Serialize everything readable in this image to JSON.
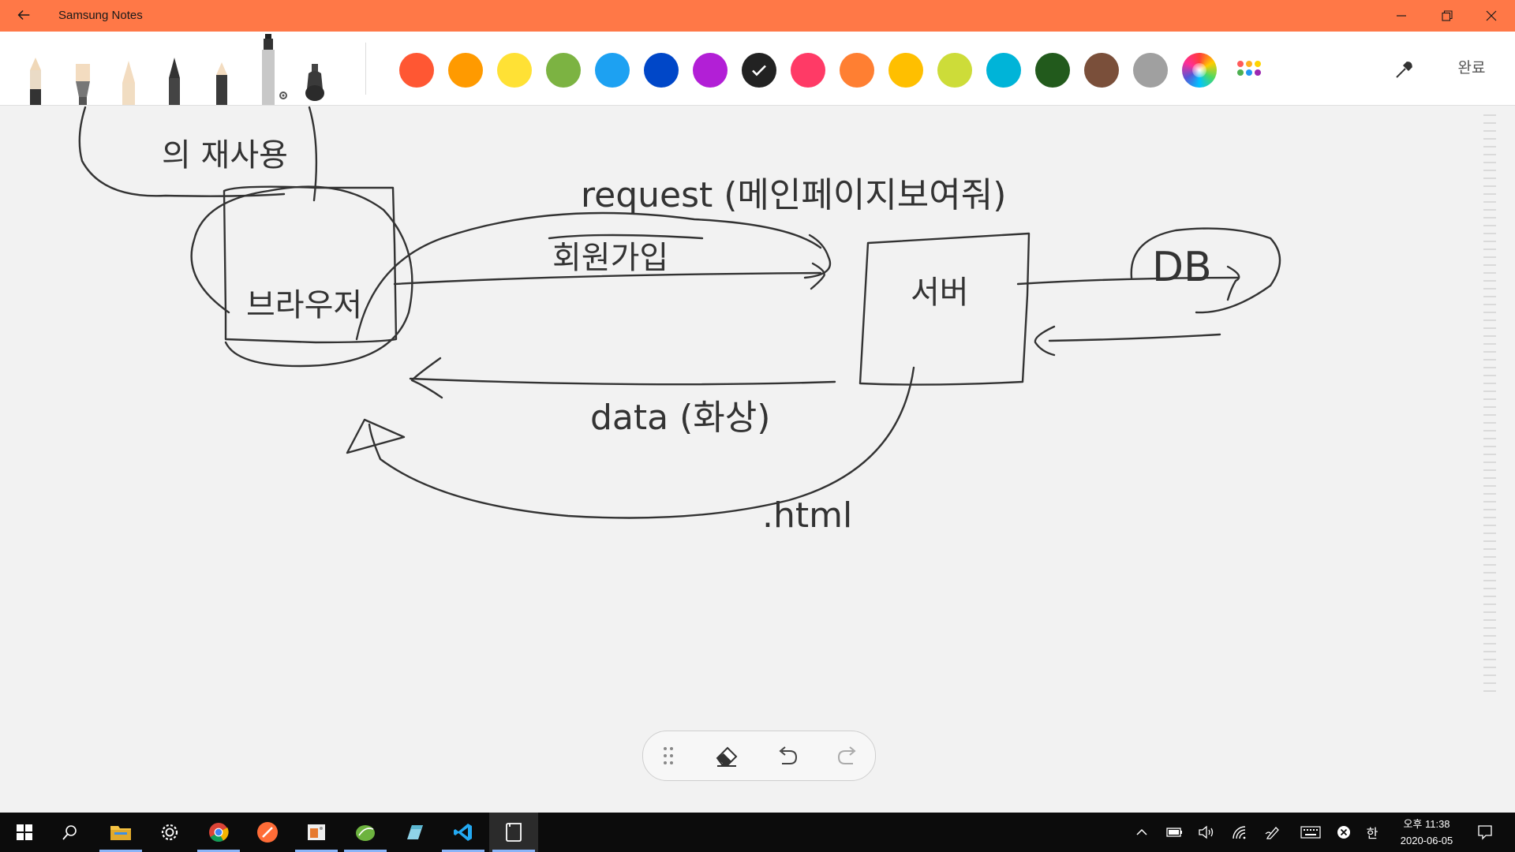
{
  "window": {
    "title": "Samsung Notes",
    "back_icon": "back-arrow-icon",
    "controls": [
      "minimize-icon",
      "restore-icon",
      "close-icon"
    ]
  },
  "toolbar": {
    "pens": [
      "fountain-pen",
      "brush",
      "pencil",
      "ballpoint-pen",
      "calligraphy-pen",
      "highlighter-settings",
      "marker"
    ],
    "colors": [
      "#ff5733",
      "#ff9a00",
      "#ffe135",
      "#7cb342",
      "#1da1f2",
      "#0047c8",
      "#b21fd6",
      "#222222",
      "#ff3a66",
      "#ff7f32",
      "#ffbf00",
      "#cddc39",
      "#00b4d8",
      "#225a1c",
      "#7a4f3a",
      "#a0a0a0"
    ],
    "selected_color": "#222222",
    "done_label": "완료"
  },
  "note": {
    "handwriting": {
      "top_fragment": "의 재사용",
      "request": "request (메인페이지보여줘)",
      "signup": "회원가입",
      "browser": "브라우저",
      "server": "서버",
      "db": "DB",
      "data": "data (화상)",
      "html": ".html"
    }
  },
  "floating_tools": [
    "drag-handle-icon",
    "eraser-icon",
    "undo-icon",
    "redo-icon"
  ],
  "taskbar": {
    "apps": [
      "windows-start",
      "search",
      "file-explorer",
      "settings",
      "chrome",
      "postman",
      "photo-app",
      "spring-tool",
      "notepad-plus",
      "vscode",
      "samsung-notes"
    ],
    "tray_ime": "한",
    "clock_time": "오후 11:38",
    "clock_date": "2020-06-05"
  }
}
